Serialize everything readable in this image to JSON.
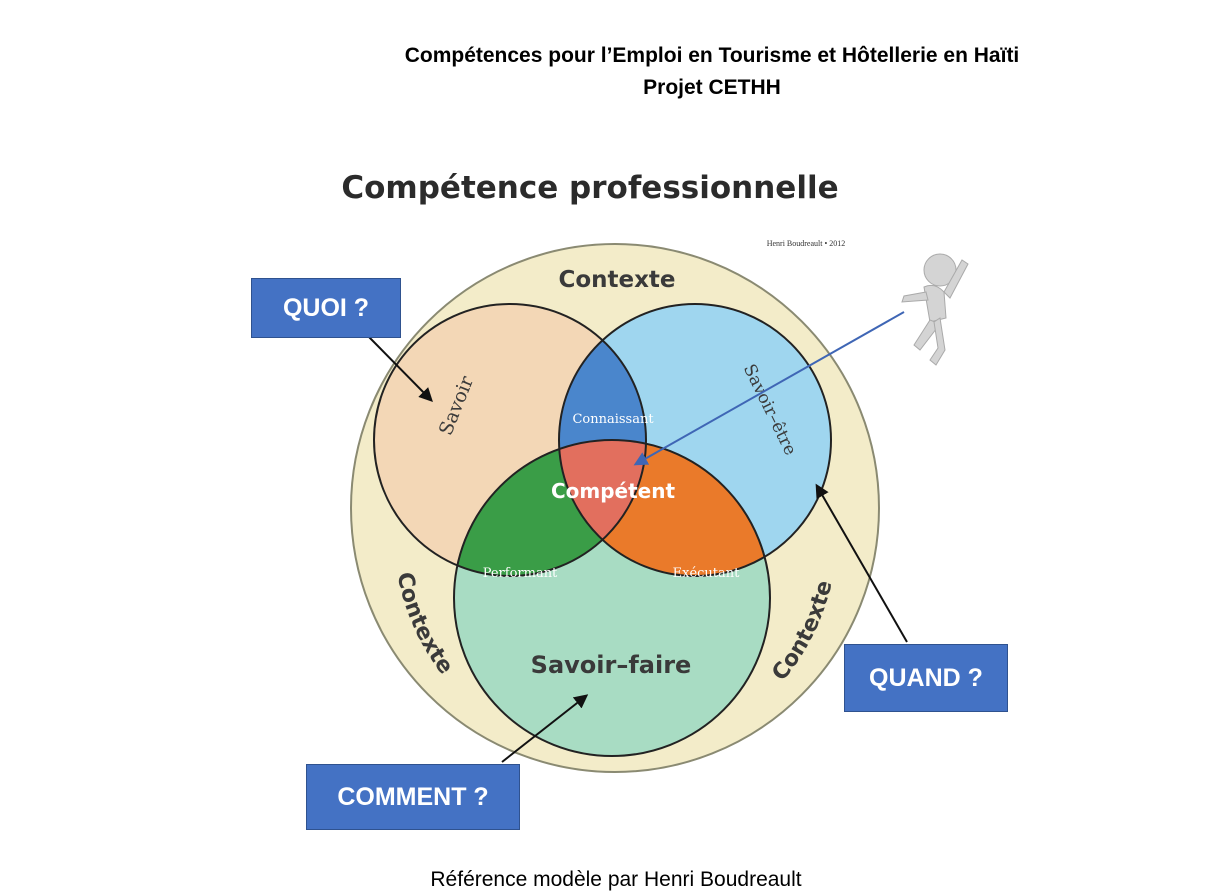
{
  "header": {
    "title_line1": "Compétences pour l’Emploi en Tourisme et Hôtellerie en Haïti",
    "title_line2": "Projet CETHH"
  },
  "diagram": {
    "heading": "Compétence professionnelle",
    "author_credit": "Henri Boudreault • 2012",
    "context_labels": {
      "top": "Contexte",
      "left": "Contexte",
      "right": "Contexte"
    },
    "circles": {
      "savoir": "Savoir",
      "savoir_etre": "Savoir–être",
      "savoir_faire": "Savoir–faire"
    },
    "intersections": {
      "connaissant": "Connaissant",
      "performant": "Performant",
      "executant": "Exécutant",
      "competent": "Compétent"
    },
    "colors": {
      "context_ring": "#f3ecc9",
      "savoir": "#f3d7b6",
      "savoir_etre": "#9fd6ef",
      "savoir_faire": "#a8dcc3",
      "connaissant": "#4a86cc",
      "performant": "#3a9d47",
      "executant": "#ea7a2a",
      "competent": "#e26f5e",
      "callout": "#4472c4"
    }
  },
  "callouts": {
    "quoi": "QUOI ?",
    "quand": "QUAND ?",
    "comment": "COMMENT ?"
  },
  "footer": {
    "reference": "Référence modèle par Henri Boudreault"
  }
}
